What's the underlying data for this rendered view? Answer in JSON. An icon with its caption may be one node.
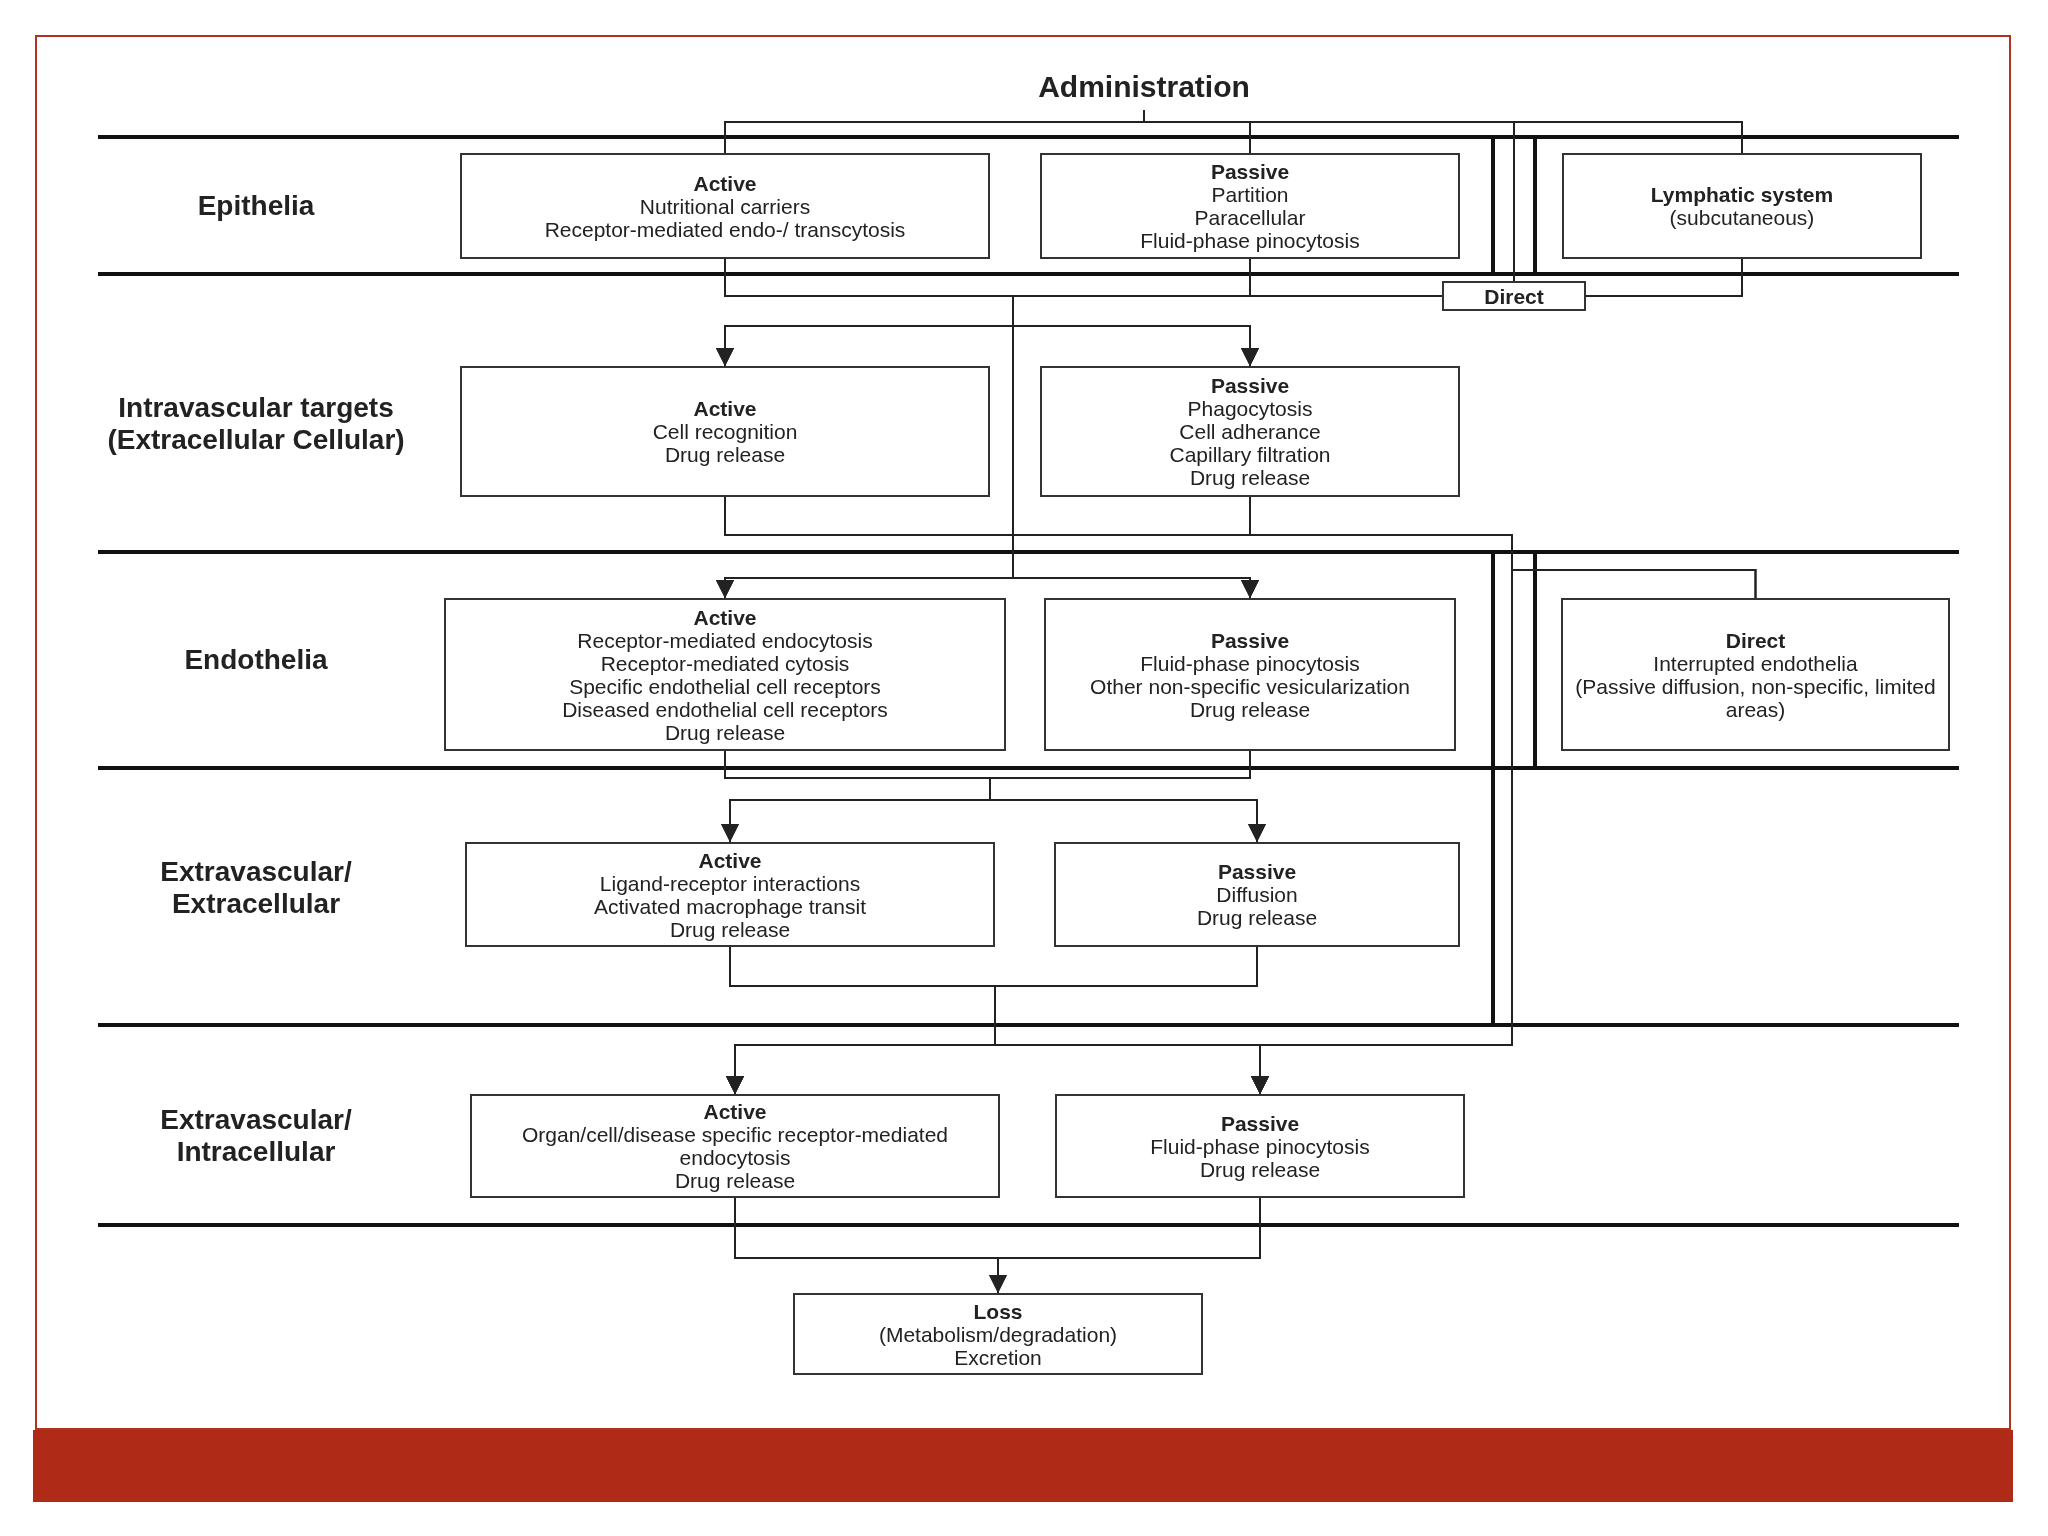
{
  "diagram": {
    "nodes": [
      {
        "text": [
          "Administration"
        ]
      },
      {
        "text": [
          "Active",
          "Nutritional carriers",
          "Receptor-mediated endo-/ transcytosis"
        ]
      },
      {
        "text": [
          "Passive",
          "Partition",
          "Paracellular",
          "Fluid-phase pinocytosis"
        ]
      },
      {
        "text": [
          "Lymphatic system",
          "(subcutaneous)"
        ]
      },
      {
        "text": [
          "Direct"
        ]
      },
      {
        "text": [
          "Active",
          "Cell recognition",
          "Drug release"
        ]
      },
      {
        "text": [
          "Passive",
          "Phagocytosis",
          "Cell adherance",
          "Capillary filtration",
          "Drug release"
        ]
      },
      {
        "text": [
          "Active",
          "Receptor-mediated endocytosis",
          "Receptor-mediated cytosis",
          "Specific endothelial cell receptors",
          "Diseased endothelial cell receptors",
          "Drug release"
        ]
      },
      {
        "text": [
          "Passive",
          "Fluid-phase pinocytosis",
          "Other non-specific vesicularization",
          "Drug release"
        ]
      },
      {
        "text": [
          "Direct",
          "Interrupted endothelia",
          "(Passive diffusion, non-specific, limited areas)"
        ]
      },
      {
        "text": [
          "Active",
          "Ligand-receptor interactions",
          "Activated macrophage transit",
          "Drug release"
        ]
      },
      {
        "text": [
          "Passive",
          "Diffusion",
          "Drug release"
        ]
      },
      {
        "text": [
          "Active",
          "Organ/cell/disease specific receptor-mediated endocytosis",
          "Drug release"
        ]
      },
      {
        "text": [
          "Passive",
          "Fluid-phase pinocytosis",
          "Drug release"
        ]
      },
      {
        "text": [
          "Loss",
          "(Metabolism/degradation)",
          "Excretion"
        ]
      }
    ],
    "edges": [
      {
        "from": 0,
        "to": 1,
        "arrow": "none"
      },
      {
        "from": 0,
        "to": 2,
        "arrow": "none"
      },
      {
        "from": 0,
        "to": 4,
        "arrow": "none"
      },
      {
        "from": 0,
        "to": 3,
        "arrow": "none"
      },
      {
        "from": 3,
        "to": 4,
        "arrow": "none"
      },
      {
        "from": 1,
        "to": 5,
        "arrow": "to"
      },
      {
        "from": 1,
        "to": 6,
        "arrow": "to"
      },
      {
        "from": 1,
        "to": 7,
        "arrow": "to"
      },
      {
        "from": 1,
        "to": 8,
        "arrow": "to"
      },
      {
        "from": 2,
        "to": 5,
        "arrow": "to"
      },
      {
        "from": 2,
        "to": 6,
        "arrow": "to"
      },
      {
        "from": 2,
        "to": 7,
        "arrow": "to"
      },
      {
        "from": 2,
        "to": 8,
        "arrow": "to"
      },
      {
        "from": 4,
        "to": 5,
        "arrow": "to"
      },
      {
        "from": 4,
        "to": 6,
        "arrow": "to"
      },
      {
        "from": 4,
        "to": 7,
        "arrow": "to"
      },
      {
        "from": 4,
        "to": 8,
        "arrow": "to"
      },
      {
        "from": 5,
        "to": 12,
        "arrow": "to"
      },
      {
        "from": 5,
        "to": 13,
        "arrow": "to"
      },
      {
        "from": 6,
        "to": 12,
        "arrow": "to"
      },
      {
        "from": 6,
        "to": 13,
        "arrow": "to"
      },
      {
        "from": 9,
        "to": 12,
        "arrow": "to"
      },
      {
        "from": 9,
        "to": 13,
        "arrow": "to"
      },
      {
        "from": 7,
        "to": 10,
        "arrow": "to"
      },
      {
        "from": 7,
        "to": 11,
        "arrow": "to"
      },
      {
        "from": 8,
        "to": 10,
        "arrow": "to"
      },
      {
        "from": 8,
        "to": 11,
        "arrow": "to"
      },
      {
        "from": 10,
        "to": 12,
        "arrow": "to"
      },
      {
        "from": 10,
        "to": 13,
        "arrow": "to"
      },
      {
        "from": 11,
        "to": 12,
        "arrow": "to"
      },
      {
        "from": 11,
        "to": 13,
        "arrow": "to"
      },
      {
        "from": 12,
        "to": 14,
        "arrow": "to"
      },
      {
        "from": 13,
        "to": 14,
        "arrow": "to"
      }
    ],
    "labels": [
      "Epithelia",
      "Intravascular targets (Extracellular Cellular)",
      "Endothelia",
      "Extravascular/ Extracellular",
      "Extravascular/ Intracellular"
    ]
  }
}
